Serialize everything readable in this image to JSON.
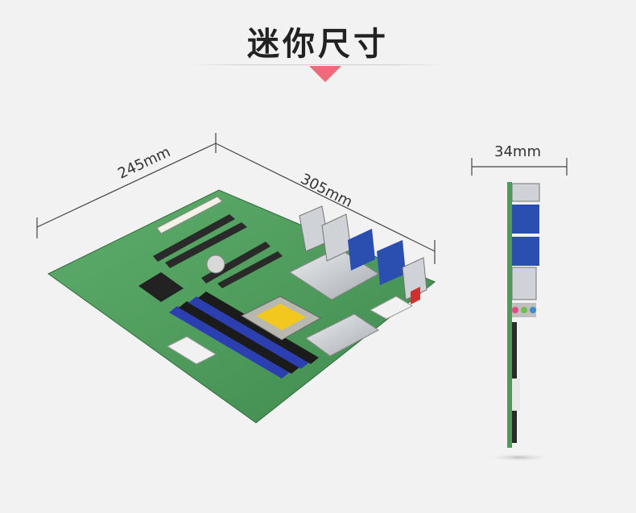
{
  "title": "迷你尺寸",
  "dimensions": {
    "width_label": "245mm",
    "length_label": "305mm",
    "thickness_label": "34mm"
  },
  "colors": {
    "accent_marker": "#ee6b7b",
    "board_green": "#4e9a5c",
    "ram_blue": "#2b3fb0",
    "heatsink_silver": "#c9ccd0"
  }
}
